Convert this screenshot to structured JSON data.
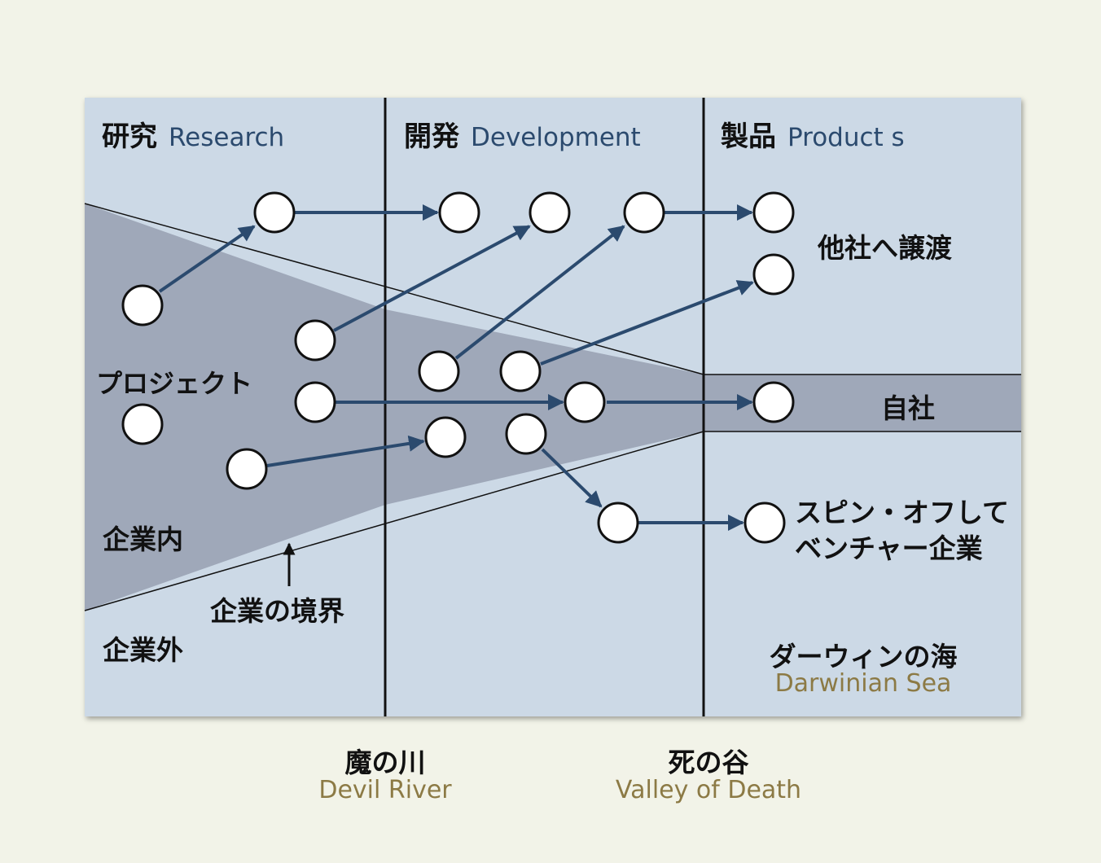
{
  "headers": [
    {
      "jp": "研究",
      "en": "Research"
    },
    {
      "jp": "開発",
      "en": "Development"
    },
    {
      "jp": "製品",
      "en": "Product s"
    }
  ],
  "labels": {
    "project": "プロジェクト",
    "inside_company": "企業内",
    "outside_company": "企業外",
    "company_boundary": "企業の境界",
    "transfer": "他社へ譲渡",
    "own_company": "自社",
    "spinoff_line1": "スピン・オフして",
    "spinoff_line2": "ベンチャー企業",
    "darwin_jp": "ダーウィンの海",
    "darwin_en": "Darwinian Sea",
    "devil_jp": "魔の川",
    "devil_en": "Devil River",
    "death_jp": "死の谷",
    "death_en": "Valley of Death"
  },
  "colors": {
    "page_bg": "#f2f3e8",
    "outside_bg": "#ccd9e6",
    "inside_bg": "#9fa8b9",
    "arrow": "#2b4a6e",
    "header_en": "#2b4a6e",
    "gold": "#8c7a45"
  }
}
